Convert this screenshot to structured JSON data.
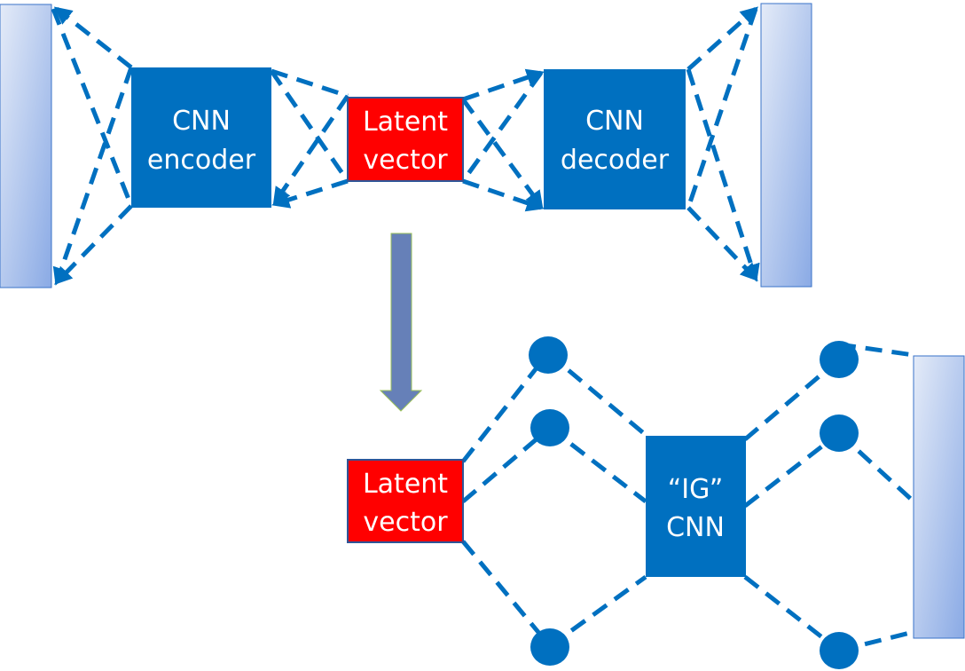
{
  "boxes": {
    "cnn_encoder": {
      "line1": "CNN",
      "line2": "encoder",
      "color": "#0070C0"
    },
    "latent_top": {
      "line1": "Latent",
      "line2": "vector",
      "color": "#FF0000"
    },
    "cnn_decoder": {
      "line1": "CNN",
      "line2": "decoder",
      "color": "#0070C0"
    },
    "latent_bottom": {
      "line1": "Latent",
      "line2": "vector",
      "color": "#FF0000"
    },
    "ig_cnn": {
      "line1": "“IG”",
      "line2": "CNN",
      "color": "#0070C0"
    }
  },
  "colors": {
    "dashed_line": "#0070C0",
    "node": "#0070C0",
    "arrow": "#6680B8",
    "bar_gradient_start": "#DDE6F7",
    "bar_gradient_end": "#8DAEE6"
  }
}
